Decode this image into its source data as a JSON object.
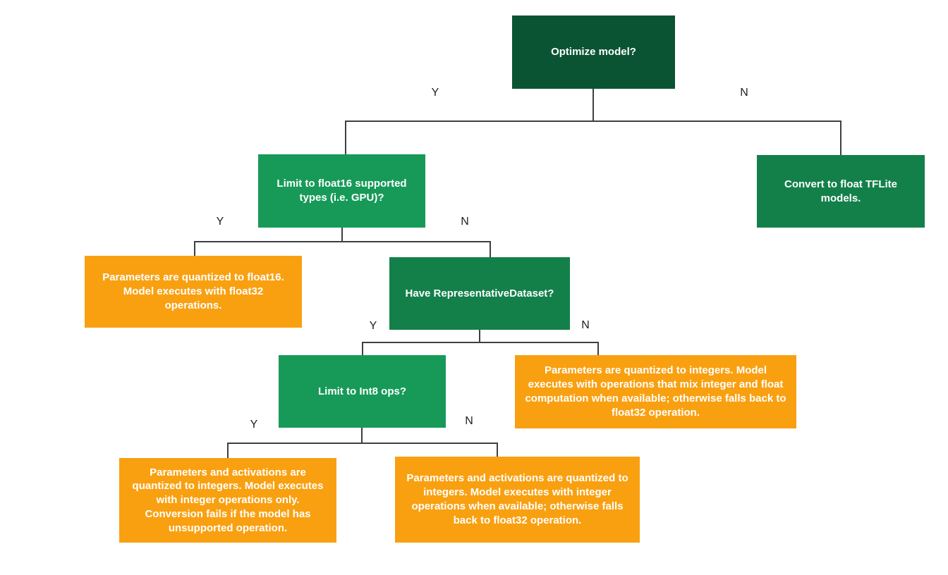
{
  "colors": {
    "dark-green": "#0b5433",
    "green": "#13804a",
    "light-green": "#179a58",
    "orange": "#f9a011",
    "line": "#3c4043",
    "label-text": "#202124"
  },
  "branch_labels": {
    "yes": "Y",
    "no": "N"
  },
  "nodes": {
    "optimize": {
      "label": "Optimize model?"
    },
    "limit_float16": {
      "label": "Limit to float16 supported types (i.e. GPU)?"
    },
    "convert_float": {
      "label": "Convert to float TFLite models."
    },
    "quantized_float16": {
      "label": "Parameters are quantized to float16. Model executes with float32 operations."
    },
    "have_representative_dataset": {
      "label": "Have RepresentativeDataset?"
    },
    "limit_int8": {
      "label": "Limit to Int8 ops?"
    },
    "quantized_mixed": {
      "label": "Parameters are quantized to integers. Model executes with operations that mix integer and float computation when available; otherwise falls back to float32 operation."
    },
    "quantized_int_only": {
      "label": "Parameters and activations are quantized to integers. Model executes with integer operations only. Conversion fails if the model has unsupported operation."
    },
    "quantized_int_fallback": {
      "label": "Parameters and activations are quantized to integers. Model executes with integer operations when available; otherwise falls back to float32 operation."
    }
  }
}
